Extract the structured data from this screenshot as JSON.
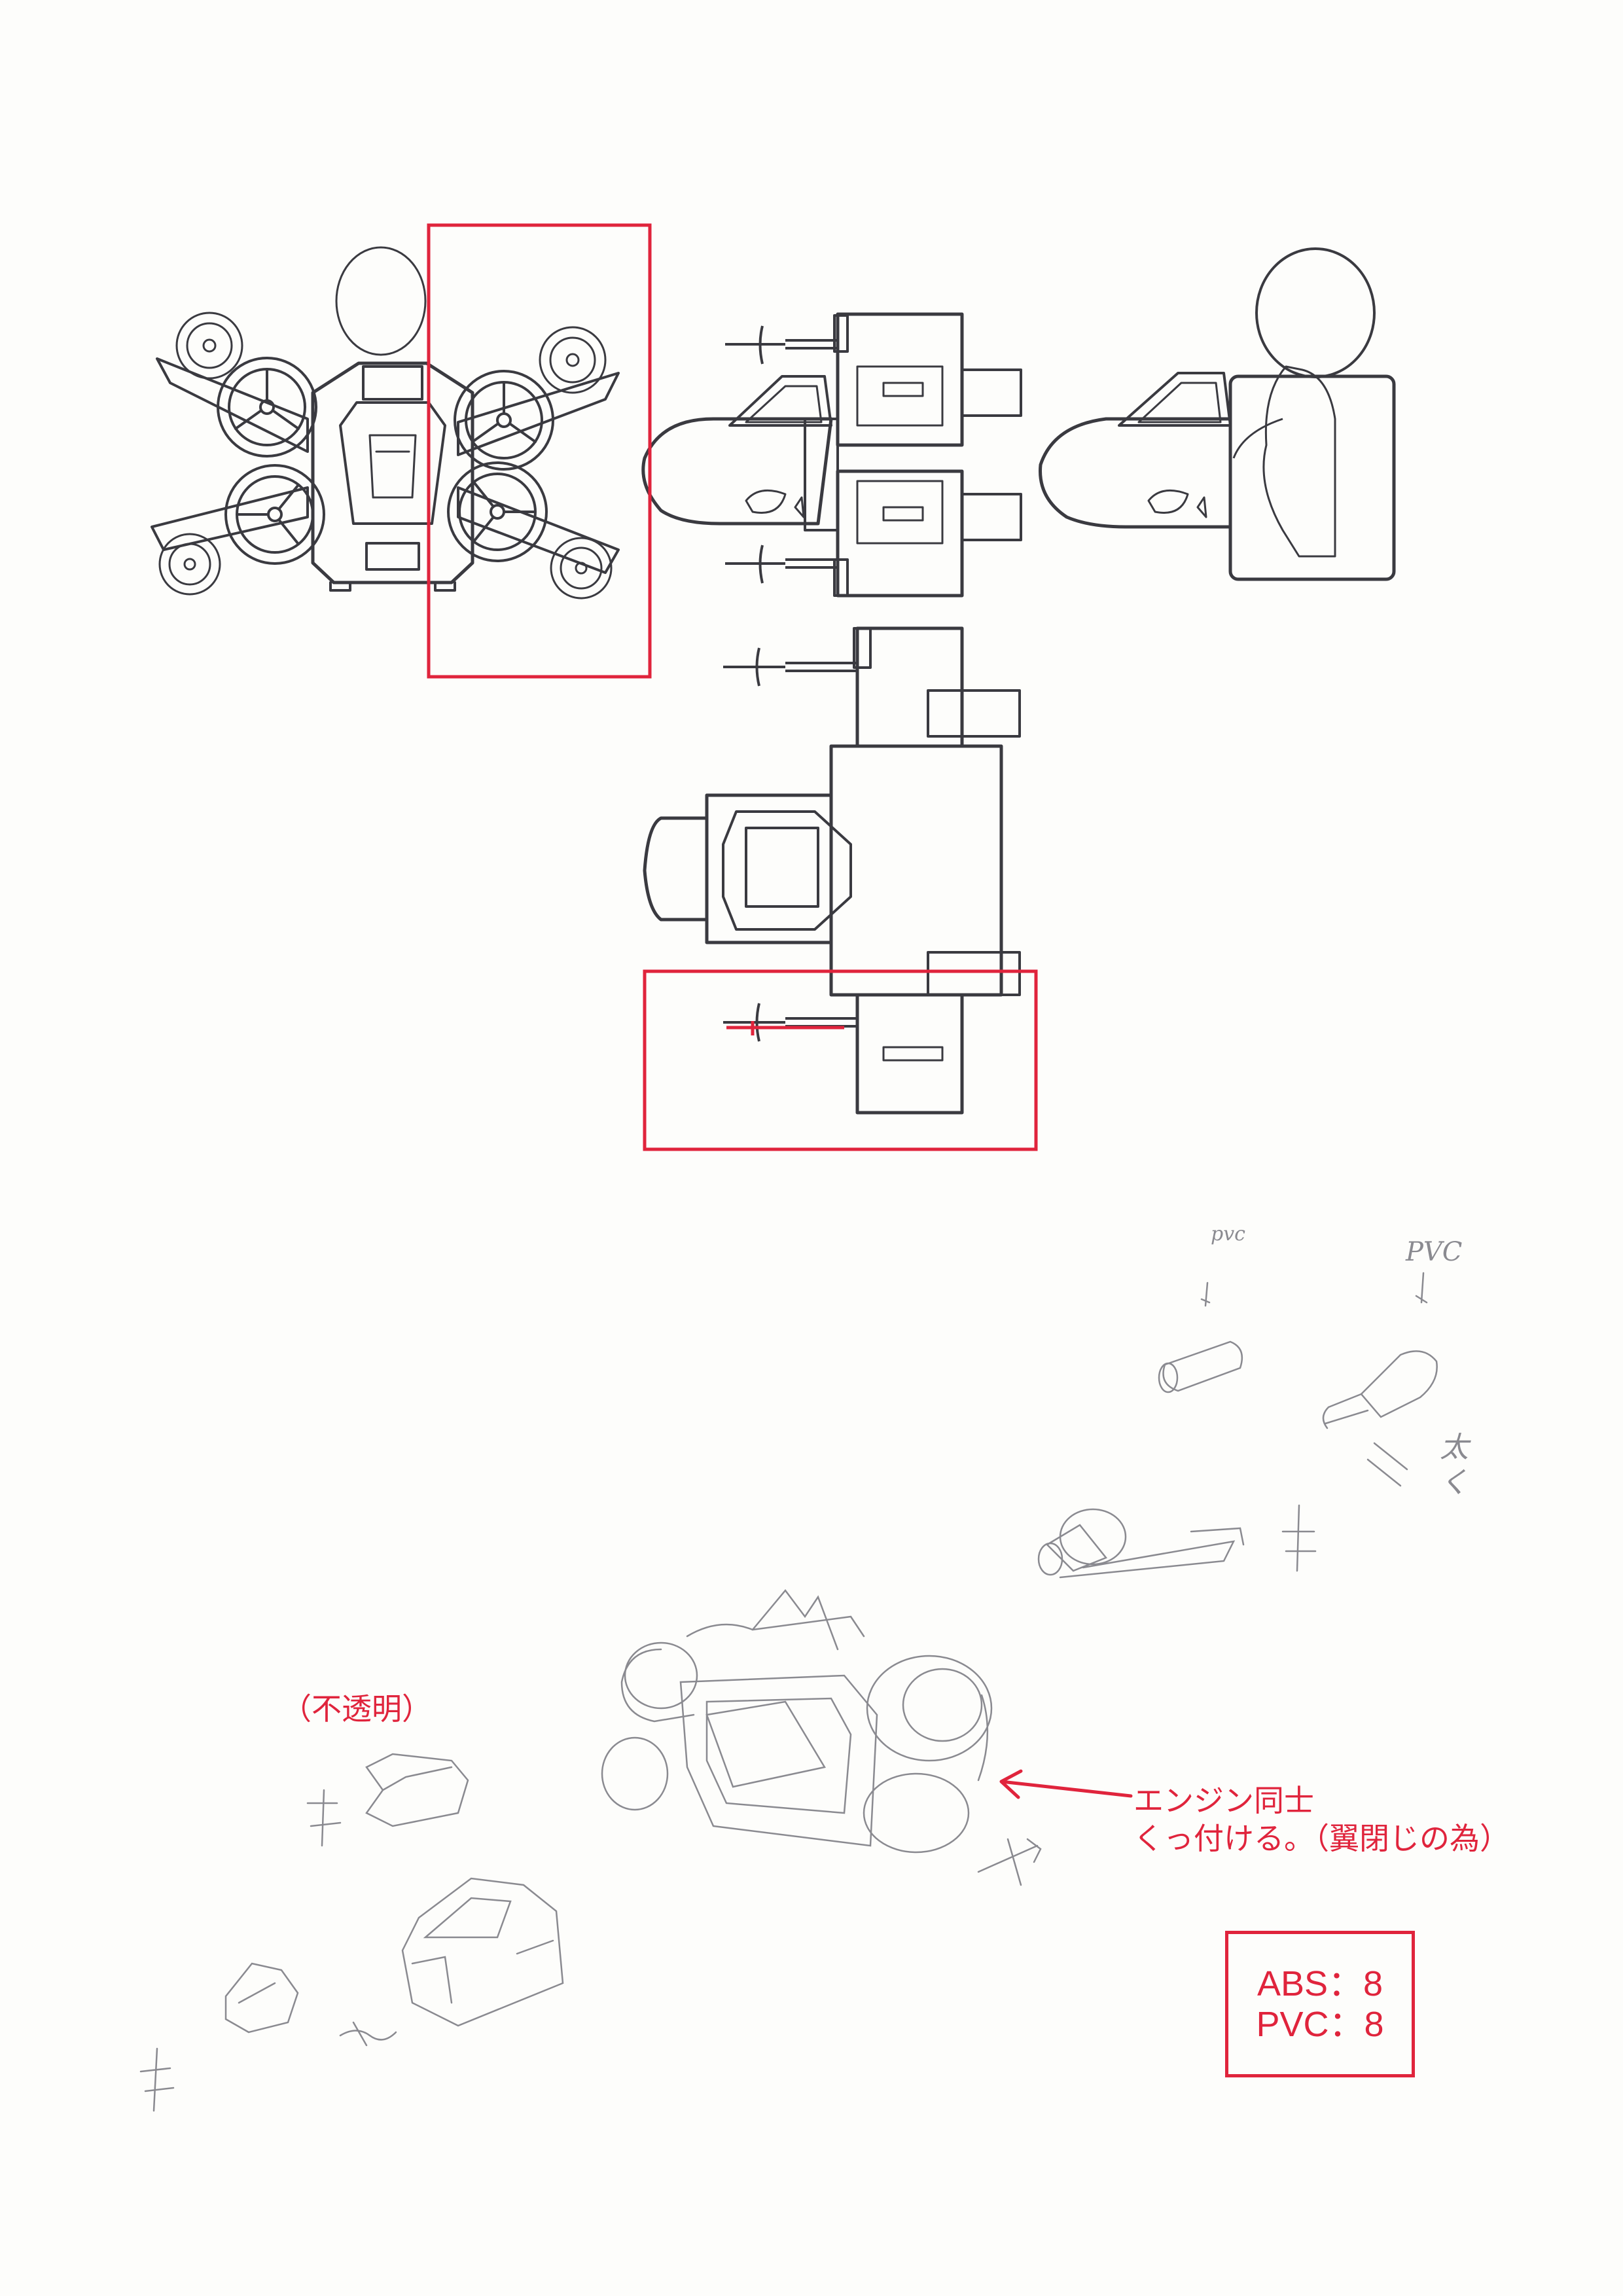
{
  "colors": {
    "ink": "#3a3a40",
    "pencil": "#8a8a90",
    "accent": "#e0243c",
    "paper": "#fdfdfb"
  },
  "annotations": {
    "opaque_label": "（不透明）",
    "engine_note": "エンジン同士\nくっ付ける。（翼閉じの為）"
  },
  "material_counts": {
    "abs": "ABS：8",
    "pvc": "PVC：8"
  },
  "pencil_notes": {
    "pvc_1": "pvc",
    "pvc_2": "PVC",
    "thick": "太く"
  }
}
